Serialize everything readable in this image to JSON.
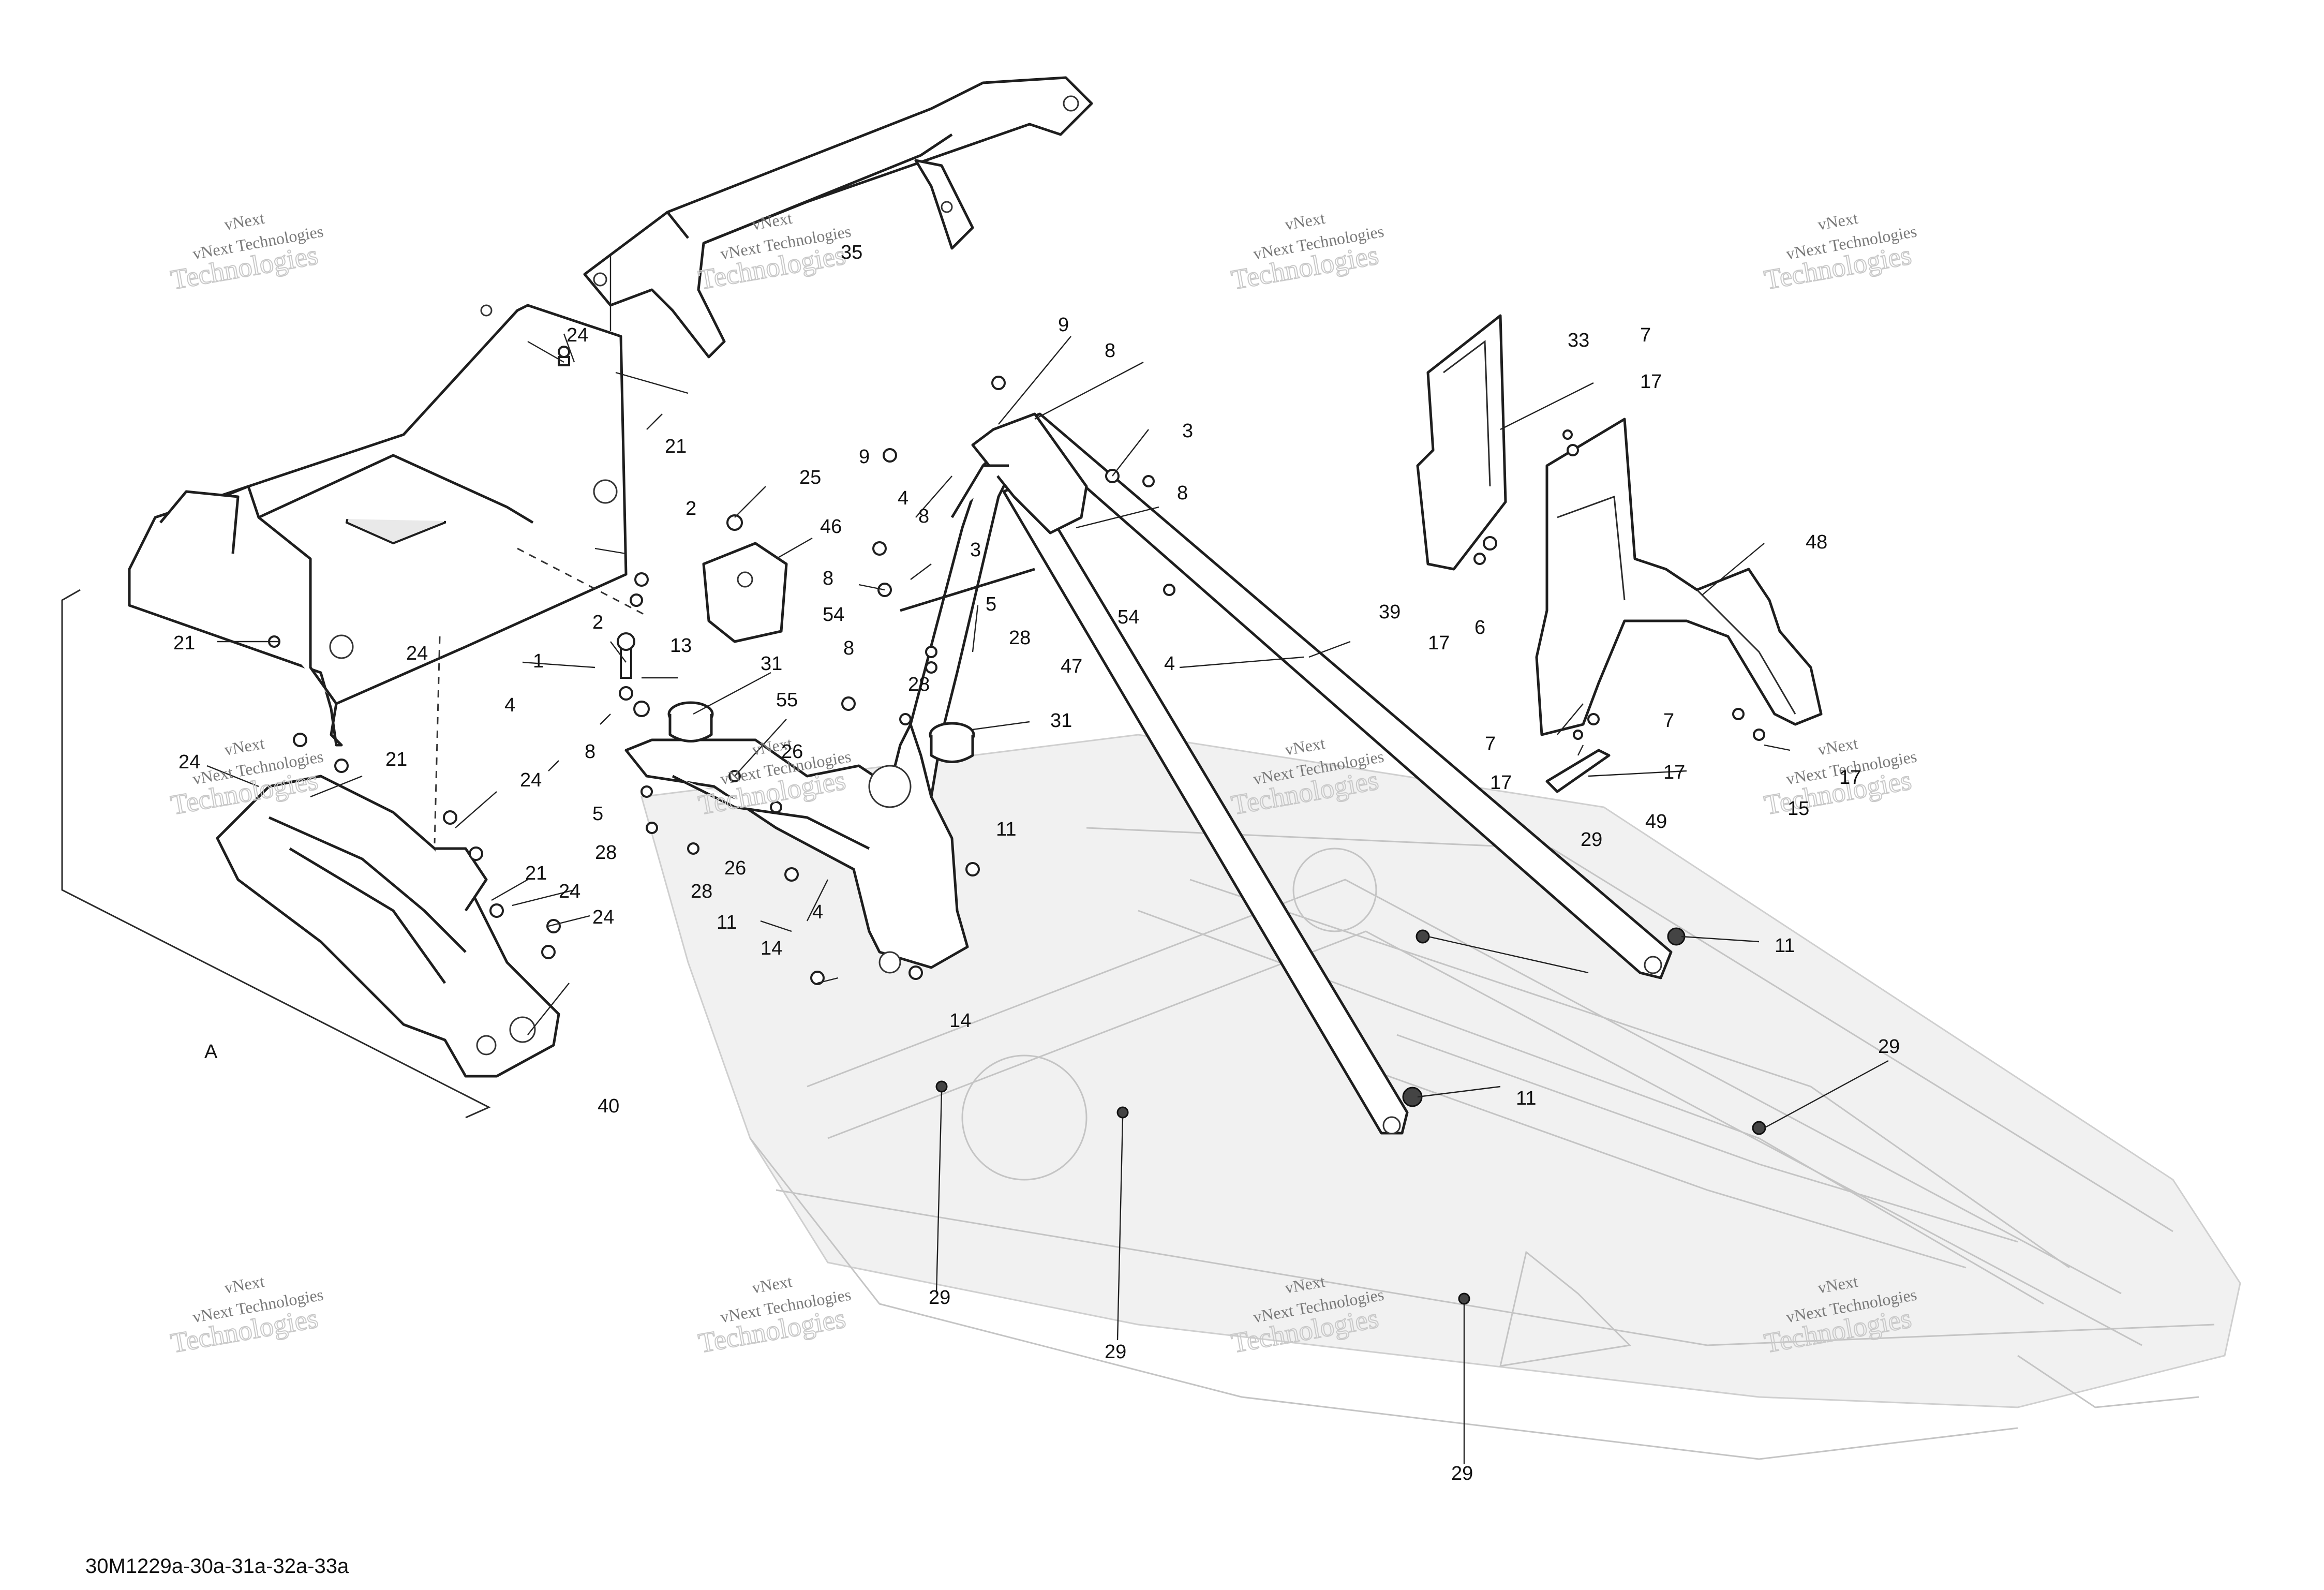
{
  "drawing_code": "30M1229a-30a-31a-32a-33a",
  "watermark": {
    "line1": "vNext",
    "line2": "Technologies",
    "overlay": "vNext Technologies"
  },
  "group_label": "A",
  "callouts": {
    "c1": "1",
    "c2a": "2",
    "c2b": "2",
    "c3a": "3",
    "c3b": "3",
    "c4a": "4",
    "c4b": "4",
    "c4c": "4",
    "c4d": "4",
    "c5a": "5",
    "c5b": "5",
    "c6": "6",
    "c7a": "7",
    "c7b": "7",
    "c7c": "7",
    "c8a": "8",
    "c8b": "8",
    "c8c": "8",
    "c8d": "8",
    "c8e": "8",
    "c8f": "8",
    "c9a": "9",
    "c9b": "9",
    "c11a": "11",
    "c11b": "11",
    "c11c": "11",
    "c11d": "11",
    "c13": "13",
    "c14a": "14",
    "c14b": "14",
    "c15": "15",
    "c17a": "17",
    "c17b": "17",
    "c17c": "17",
    "c17d": "17",
    "c17e": "17",
    "c17f": "17",
    "c21a": "21",
    "c21b": "21",
    "c21c": "21",
    "c21d": "21",
    "c24a": "24",
    "c24b": "24",
    "c24c": "24",
    "c24d": "24",
    "c24e": "24",
    "c24f": "24",
    "c25": "25",
    "c26a": "26",
    "c26b": "26",
    "c28a": "28",
    "c28b": "28",
    "c28c": "28",
    "c28d": "28",
    "c29a": "29",
    "c29b": "29",
    "c29c": "29",
    "c29d": "29",
    "c29e": "29",
    "c31a": "31",
    "c31b": "31",
    "c33": "33",
    "c35": "35",
    "c39": "39",
    "c40": "40",
    "c46": "46",
    "c47": "47",
    "c48": "48",
    "c49": "49",
    "c54a": "54",
    "c54b": "54",
    "c55": "55"
  }
}
